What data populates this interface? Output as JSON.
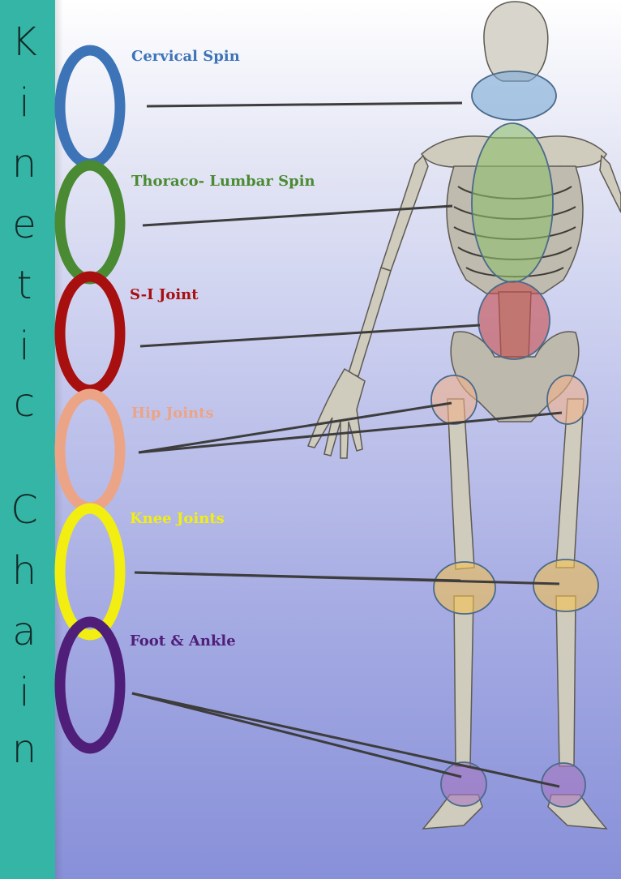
{
  "sidebar": {
    "title_letters": [
      "K",
      "i",
      "n",
      "e",
      "t",
      "i",
      "c",
      "C",
      "h",
      "a",
      "i",
      "n"
    ],
    "color": "#35b5a6"
  },
  "chain_links": [
    {
      "label": "Cervical Spin",
      "color": "#3d74b7",
      "region_color": "#7aa8d6"
    },
    {
      "label": "Thoraco- Lumbar Spin",
      "color": "#4a8a32",
      "region_color": "#8fbe6c"
    },
    {
      "label": "S-I Joint",
      "color": "#a80f0f",
      "region_color": "#c84c4c"
    },
    {
      "label": "Hip Joints",
      "color": "#eca487",
      "region_color": "#f0b08a"
    },
    {
      "label": "Knee Joints",
      "color": "#f2ee12",
      "region_color": "#f3c04e"
    },
    {
      "label": "Foot & Ankle",
      "color": "#4f1e78",
      "region_color": "#a778c0"
    }
  ]
}
